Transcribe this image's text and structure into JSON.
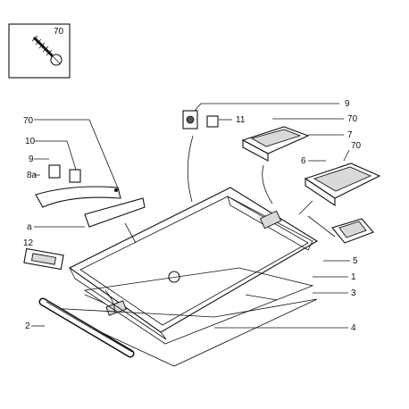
{
  "inset": {
    "label": "70"
  },
  "callouts": {
    "c70_left": "70",
    "c10": "10",
    "c9_left": "9",
    "c8a": "8a",
    "c_a": "a",
    "c12": "12",
    "c2": "2",
    "c9_top": "9",
    "c11": "11",
    "c70_right_top": "70",
    "c7": "7",
    "c70_right": "70",
    "c6": "6",
    "c5": "5",
    "c1": "1",
    "c3": "3",
    "c4": "4"
  }
}
